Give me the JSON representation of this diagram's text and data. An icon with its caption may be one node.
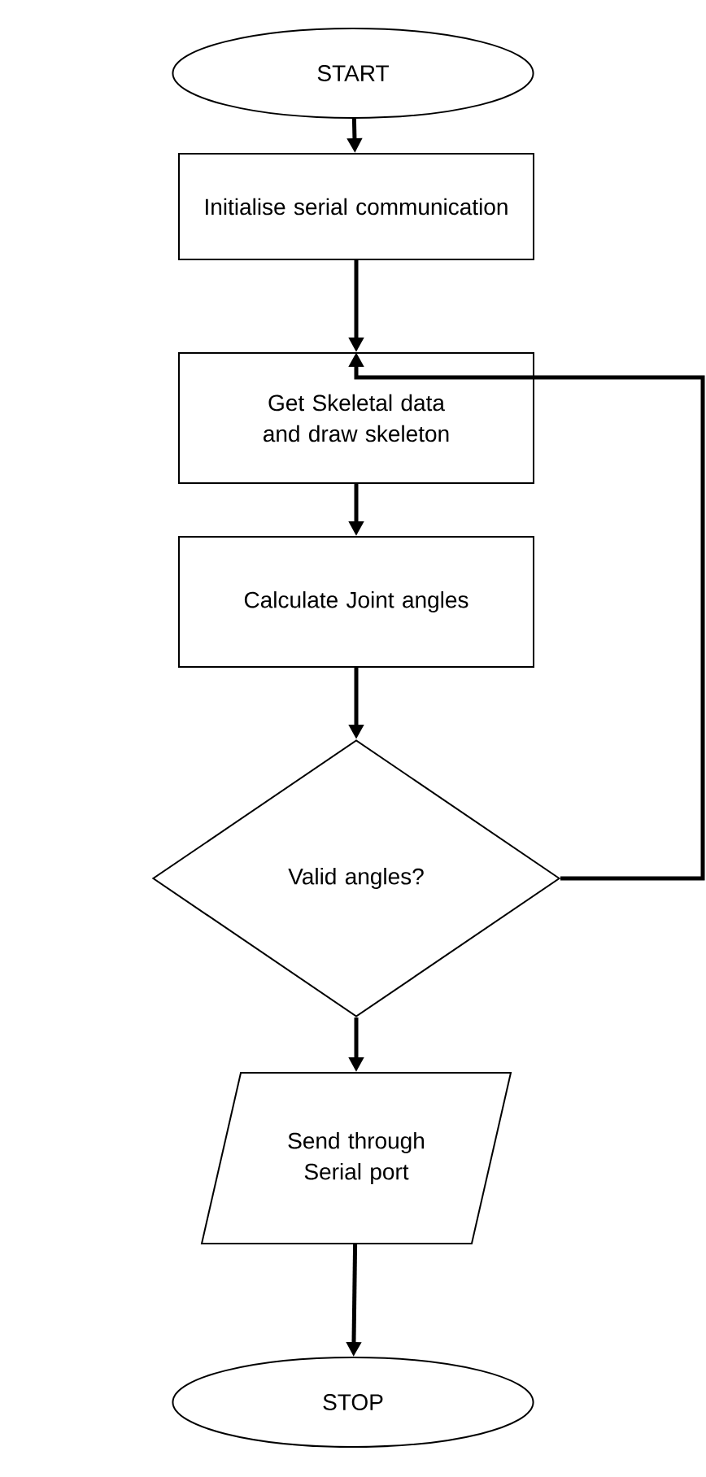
{
  "diagram": {
    "nodes": [
      {
        "text": [
          "START"
        ]
      },
      {
        "text": [
          "Initialise serial communication"
        ]
      },
      {
        "text": [
          "Get Skeletal data and draw skeleton"
        ]
      },
      {
        "text": [
          "Calculate Joint angles"
        ]
      },
      {
        "text": [
          "Valid angles?"
        ]
      },
      {
        "text": [
          "Send through Serial port"
        ]
      },
      {
        "text": [
          "STOP"
        ]
      }
    ],
    "edges": [
      {
        "from": 0,
        "to": 1,
        "arrow": "to"
      },
      {
        "from": 1,
        "to": 2,
        "arrow": "to"
      },
      {
        "from": 2,
        "to": 3,
        "arrow": "to"
      },
      {
        "from": 3,
        "to": 4,
        "arrow": "to"
      },
      {
        "from": 4,
        "to": 5,
        "arrow": "to"
      },
      {
        "from": 5,
        "to": 6,
        "arrow": "to"
      },
      {
        "from": 4,
        "to": 2,
        "arrow": "to"
      }
    ]
  }
}
